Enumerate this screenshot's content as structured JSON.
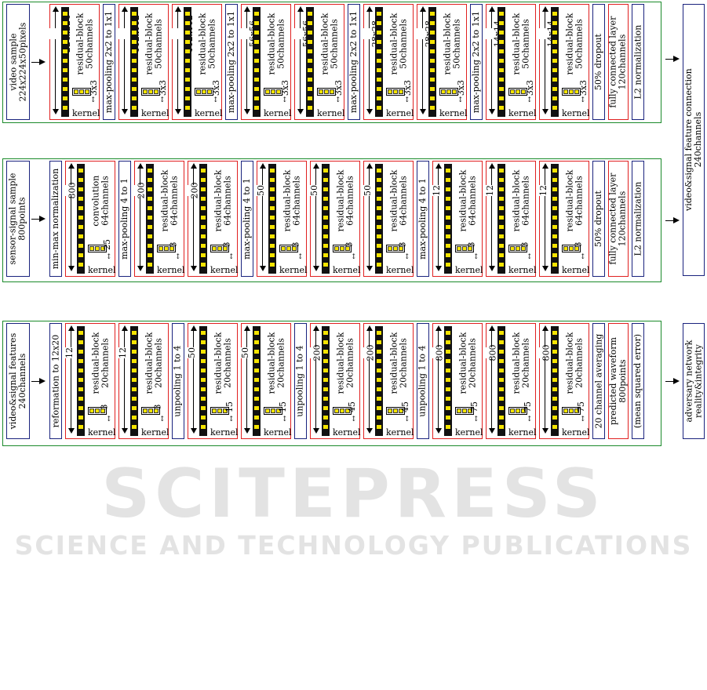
{
  "watermark": {
    "main": "SCITEPRESS",
    "sub": "SCIENCE AND TECHNOLOGY PUBLICATIONS"
  },
  "rows": [
    {
      "input": "video sample\n224x224x50pixels",
      "output": "",
      "blocks": [
        {
          "kind": "layer",
          "dim": "224x224",
          "name": "residual-block",
          "ch": "50channels",
          "k": "3x3",
          "kernel": "kernel",
          "sq": 11
        },
        {
          "kind": "op",
          "label": "max-pooling 2x2 to 1x1"
        },
        {
          "kind": "layer",
          "dim": "112x112",
          "name": "residual-block",
          "ch": "50channels",
          "k": "3x3",
          "kernel": "kernel",
          "sq": 11
        },
        {
          "kind": "layer",
          "dim": "112x112",
          "name": "residual-block",
          "ch": "50channels",
          "k": "3x3",
          "kernel": "kernel",
          "sq": 11
        },
        {
          "kind": "op",
          "label": "max-pooling 2x2 to 1x1"
        },
        {
          "kind": "layer",
          "dim": "56x56",
          "name": "residual-block",
          "ch": "50channels",
          "k": "3x3",
          "kernel": "kernel",
          "sq": 11
        },
        {
          "kind": "layer",
          "dim": "56x56",
          "name": "residual-block",
          "ch": "50channels",
          "k": "3x3",
          "kernel": "kernel",
          "sq": 11
        },
        {
          "kind": "op",
          "label": "max-pooling 2x2 to 1x1"
        },
        {
          "kind": "layer",
          "dim": "28x28",
          "name": "residual-block",
          "ch": "50channels",
          "k": "3x3",
          "kernel": "kernel",
          "sq": 11
        },
        {
          "kind": "layer",
          "dim": "28x28",
          "name": "residual-block",
          "ch": "50channels",
          "k": "3x3",
          "kernel": "kernel",
          "sq": 11
        },
        {
          "kind": "op",
          "label": "max-pooling 2x2 to 1x1"
        },
        {
          "kind": "layer",
          "dim": "14x14",
          "name": "residual-block",
          "ch": "50channels",
          "k": "3x3",
          "kernel": "kernel",
          "sq": 11
        },
        {
          "kind": "layer",
          "dim": "14x14",
          "name": "residual-block",
          "ch": "50channels",
          "k": "3x3",
          "kernel": "kernel",
          "sq": 11
        },
        {
          "kind": "op",
          "label": "50% dropout"
        },
        {
          "kind": "redop",
          "label": "fully connected layer\n120channels"
        },
        {
          "kind": "op",
          "label": "L2 normalization"
        }
      ]
    },
    {
      "input": "sensor-signal sample\n800points",
      "blocks": [
        {
          "kind": "op",
          "label": "min-max normalization"
        },
        {
          "kind": "layer",
          "dim": "800",
          "name": "convolution",
          "ch": "64channels",
          "k": "25",
          "kernel": "kernel",
          "sq": 11
        },
        {
          "kind": "op",
          "label": "max-pooling 4 to 1"
        },
        {
          "kind": "layer",
          "dim": "200",
          "name": "residual-block",
          "ch": "64channels",
          "k": "3",
          "kernel": "kernel",
          "sq": 11
        },
        {
          "kind": "layer",
          "dim": "200",
          "name": "residual-block",
          "ch": "64channels",
          "k": "3",
          "kernel": "kernel",
          "sq": 11
        },
        {
          "kind": "op",
          "label": "max-pooling 4 to 1"
        },
        {
          "kind": "layer",
          "dim": "50",
          "name": "residual-block",
          "ch": "64channels",
          "k": "3",
          "kernel": "kernel",
          "sq": 11
        },
        {
          "kind": "layer",
          "dim": "50",
          "name": "residual-block",
          "ch": "64channels",
          "k": "3",
          "kernel": "kernel",
          "sq": 11
        },
        {
          "kind": "layer",
          "dim": "50",
          "name": "residual-block",
          "ch": "64channels",
          "k": "3",
          "kernel": "kernel",
          "sq": 11
        },
        {
          "kind": "op",
          "label": "max-pooling 4 to 1"
        },
        {
          "kind": "layer",
          "dim": "12",
          "name": "residual-block",
          "ch": "64channels",
          "k": "3",
          "kernel": "kernel",
          "sq": 11
        },
        {
          "kind": "layer",
          "dim": "12",
          "name": "residual-block",
          "ch": "64channels",
          "k": "3",
          "kernel": "kernel",
          "sq": 11
        },
        {
          "kind": "layer",
          "dim": "12",
          "name": "residual-block",
          "ch": "64channels",
          "k": "3",
          "kernel": "kernel",
          "sq": 11
        },
        {
          "kind": "op",
          "label": "50% dropout"
        },
        {
          "kind": "redop",
          "label": "fully connected layer\n120channels"
        },
        {
          "kind": "op",
          "label": "L2 normalization"
        }
      ]
    },
    {
      "input": "video&signal features\n240channels",
      "blocks": [
        {
          "kind": "op",
          "label": "reformation to 12x20"
        },
        {
          "kind": "layer",
          "dim": "12",
          "name": "residual-block",
          "ch": "20channels",
          "k": "3",
          "kernel": "kernel",
          "sq": 11
        },
        {
          "kind": "layer",
          "dim": "12",
          "name": "residual-block",
          "ch": "20channels",
          "k": "3",
          "kernel": "kernel",
          "sq": 11
        },
        {
          "kind": "op",
          "label": "unpooling 1 to 4"
        },
        {
          "kind": "layer",
          "dim": "50",
          "name": "residual-block",
          "ch": "20channels",
          "k": "15",
          "kernel": "kernel",
          "sq": 11
        },
        {
          "kind": "layer",
          "dim": "50",
          "name": "residual-block",
          "ch": "20channels",
          "k": "15",
          "kernel": "kernel",
          "sq": 11
        },
        {
          "kind": "op",
          "label": "unpooling 1 to 4"
        },
        {
          "kind": "layer",
          "dim": "200",
          "name": "residual-block",
          "ch": "20channels",
          "k": "45",
          "kernel": "kernel",
          "sq": 11
        },
        {
          "kind": "layer",
          "dim": "200",
          "name": "residual-block",
          "ch": "20channels",
          "k": "45",
          "kernel": "kernel",
          "sq": 11
        },
        {
          "kind": "op",
          "label": "unpooling 1 to 4"
        },
        {
          "kind": "layer",
          "dim": "800",
          "name": "residual-block",
          "ch": "20channels",
          "k": "75",
          "kernel": "kernel",
          "sq": 11
        },
        {
          "kind": "layer",
          "dim": "800",
          "name": "residual-block",
          "ch": "20channels",
          "k": "75",
          "kernel": "kernel",
          "sq": 11
        },
        {
          "kind": "layer",
          "dim": "800",
          "name": "residual-block",
          "ch": "20channels",
          "k": "75",
          "kernel": "kernel",
          "sq": 11
        },
        {
          "kind": "op",
          "label": "20 channel averaging"
        },
        {
          "kind": "redop",
          "label": "predicted waveform\n800points"
        },
        {
          "kind": "op",
          "label": "(mean squared error)"
        }
      ]
    }
  ],
  "connection": "video&signal feature connection\n240channels",
  "adversary": "adversary network\nreality&integrity"
}
